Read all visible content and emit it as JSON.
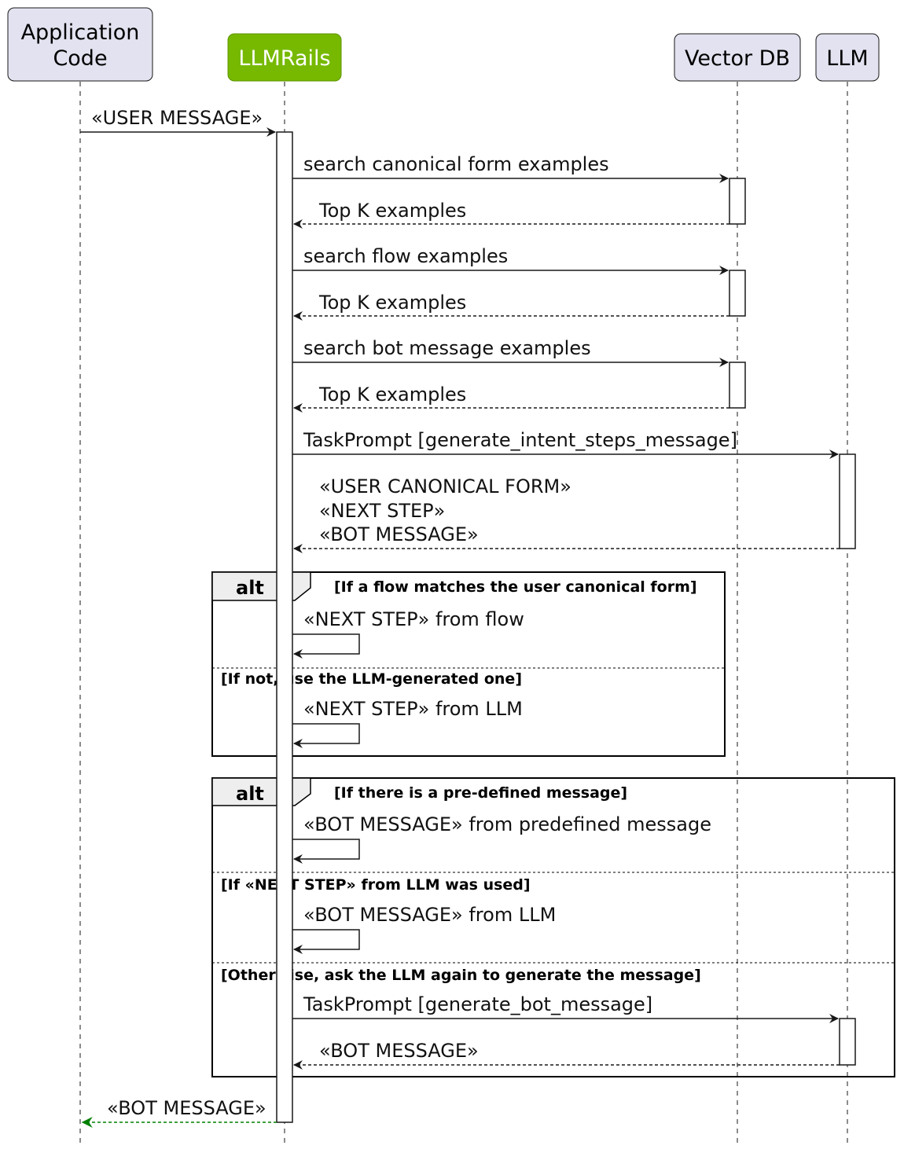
{
  "participants": [
    {
      "label_lines": [
        "Application",
        "Code"
      ]
    },
    {
      "label_lines": [
        "LLMRails"
      ]
    },
    {
      "label_lines": [
        "Vector DB"
      ]
    },
    {
      "label_lines": [
        "LLM"
      ]
    }
  ],
  "messages": [
    {
      "lines": [
        "«USER MESSAGE»"
      ]
    },
    {
      "lines": [
        "search canonical form examples"
      ]
    },
    {
      "lines": [
        "Top K examples"
      ]
    },
    {
      "lines": [
        "search flow examples"
      ]
    },
    {
      "lines": [
        "Top K examples"
      ]
    },
    {
      "lines": [
        "search bot message examples"
      ]
    },
    {
      "lines": [
        "Top K examples"
      ]
    },
    {
      "lines": [
        "TaskPrompt [generate_intent_steps_message]"
      ]
    },
    {
      "lines": [
        "«USER CANONICAL FORM»",
        "«NEXT STEP»",
        "«BOT MESSAGE»"
      ]
    },
    {
      "lines": [
        "«NEXT STEP» from flow"
      ]
    },
    {
      "lines": [
        "«NEXT STEP» from LLM"
      ]
    },
    {
      "lines": [
        "«BOT MESSAGE» from predefined message"
      ]
    },
    {
      "lines": [
        "«BOT MESSAGE» from LLM"
      ]
    },
    {
      "lines": [
        "TaskPrompt [generate_bot_message]"
      ]
    },
    {
      "lines": [
        "«BOT MESSAGE»"
      ]
    },
    {
      "lines": [
        "«BOT MESSAGE»"
      ]
    }
  ],
  "fragments": [
    {
      "keyword": "alt",
      "guards": [
        "[If a flow matches the user canonical form]",
        "[If not, use the LLM-generated one]"
      ]
    },
    {
      "keyword": "alt",
      "guards": [
        "[If there is a pre-defined message]",
        "[If «NEXT STEP» from LLM was used]",
        "[Otherwise, ask the LLM again to generate the message]"
      ]
    }
  ],
  "colors": {
    "participant_fill": "#e2e2f0",
    "llmrails_fill": "#76b900",
    "return_final": "#008000",
    "line": "#181818"
  }
}
